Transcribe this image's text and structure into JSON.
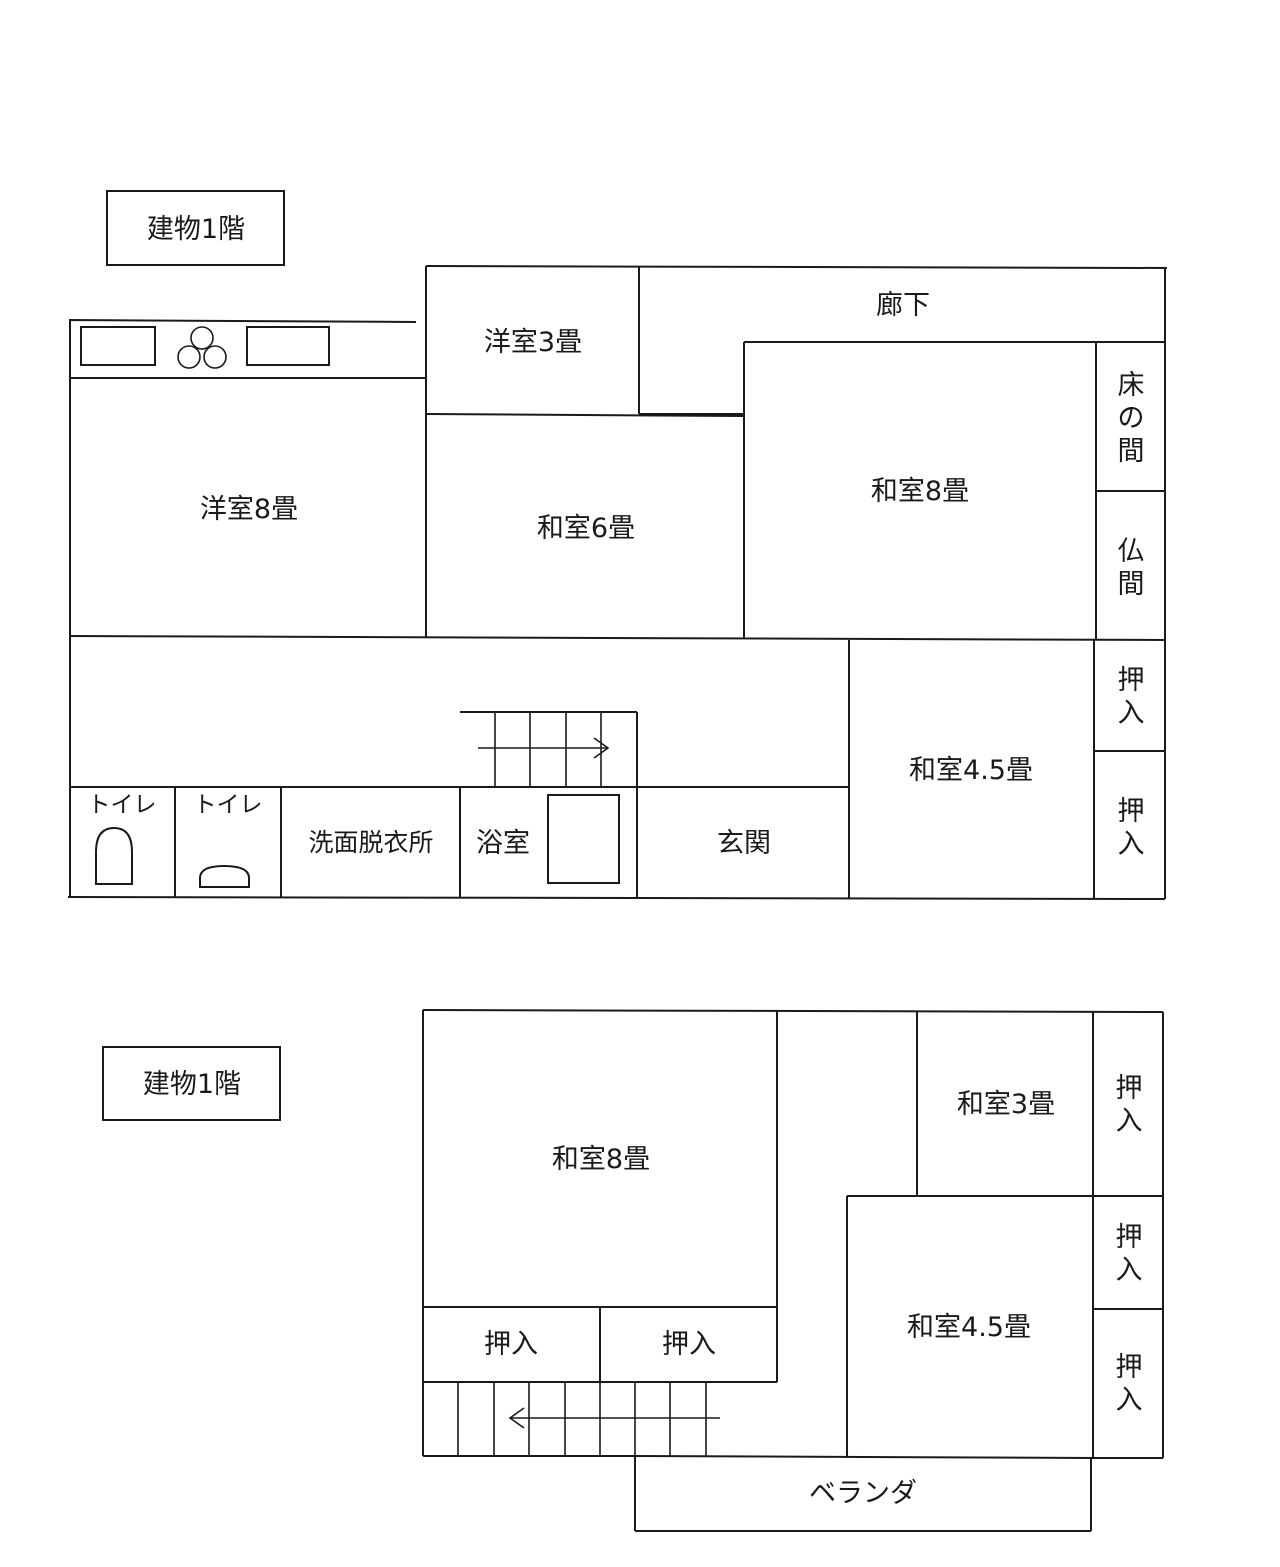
{
  "floor1": {
    "label": "建物1階",
    "rooms": {
      "youshitsu3": "洋室3畳",
      "rouka": "廊下",
      "youshitsu8": "洋室8畳",
      "washitsu6": "和室6畳",
      "washitsu8": "和室8畳",
      "tokonoma": "床の間",
      "butsuma": "仏間",
      "oshiire_a": "押入",
      "oshiire_b": "押入",
      "washitsu45": "和室4.5畳",
      "toilet_a": "トイレ",
      "toilet_b": "トイレ",
      "senmen": "洗面脱衣所",
      "yokushitsu": "浴室",
      "genkan": "玄関"
    }
  },
  "floor2": {
    "label": "建物1階",
    "rooms": {
      "washitsu8": "和室8畳",
      "washitsu3": "和室3畳",
      "oshiire_a": "押入",
      "oshiire_b": "押入",
      "oshiire_c": "押入",
      "oshiire_d": "押入",
      "oshiire_e": "押入",
      "washitsu45": "和室4.5畳",
      "veranda": "ベランダ"
    }
  }
}
